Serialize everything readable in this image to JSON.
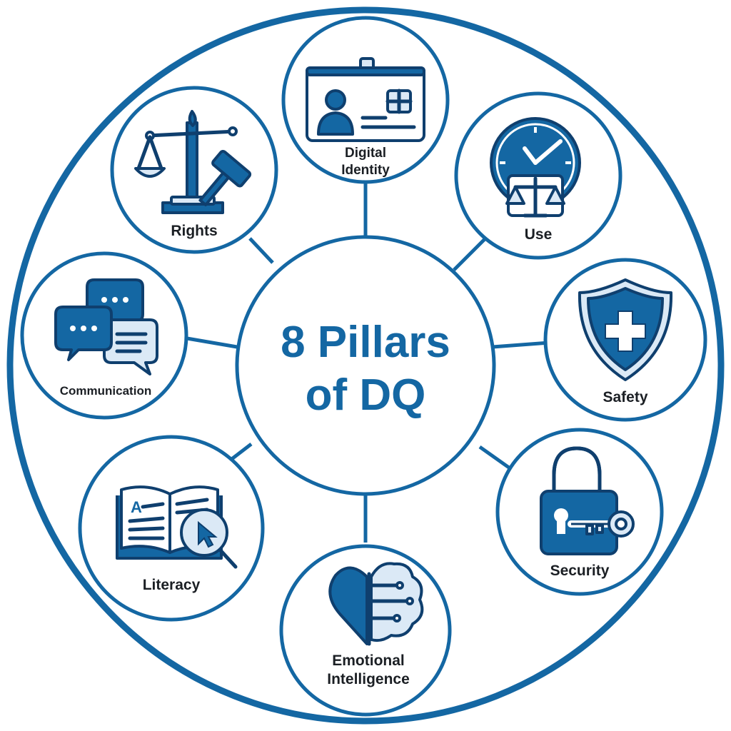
{
  "center": {
    "title_line1": "8 Pillars",
    "title_line2": "of DQ"
  },
  "pillars": [
    {
      "label_lines": [
        "Digital",
        "Identity"
      ],
      "icon": "id-card-icon"
    },
    {
      "label_lines": [
        "Use"
      ],
      "icon": "clock-balance-icon"
    },
    {
      "label_lines": [
        "Safety"
      ],
      "icon": "shield-plus-icon"
    },
    {
      "label_lines": [
        "Security"
      ],
      "icon": "padlock-key-icon"
    },
    {
      "label_lines": [
        "Emotional",
        "Intelligence"
      ],
      "icon": "heart-brain-icon"
    },
    {
      "label_lines": [
        "Literacy"
      ],
      "icon": "book-magnifier-icon"
    },
    {
      "label_lines": [
        "Communication"
      ],
      "icon": "chat-bubbles-icon"
    },
    {
      "label_lines": [
        "Rights"
      ],
      "icon": "scales-gavel-icon"
    }
  ],
  "colors": {
    "primary": "#1467a3",
    "dark": "#0f3f6e",
    "light": "#dbe9f6",
    "text": "#1b1f24"
  }
}
